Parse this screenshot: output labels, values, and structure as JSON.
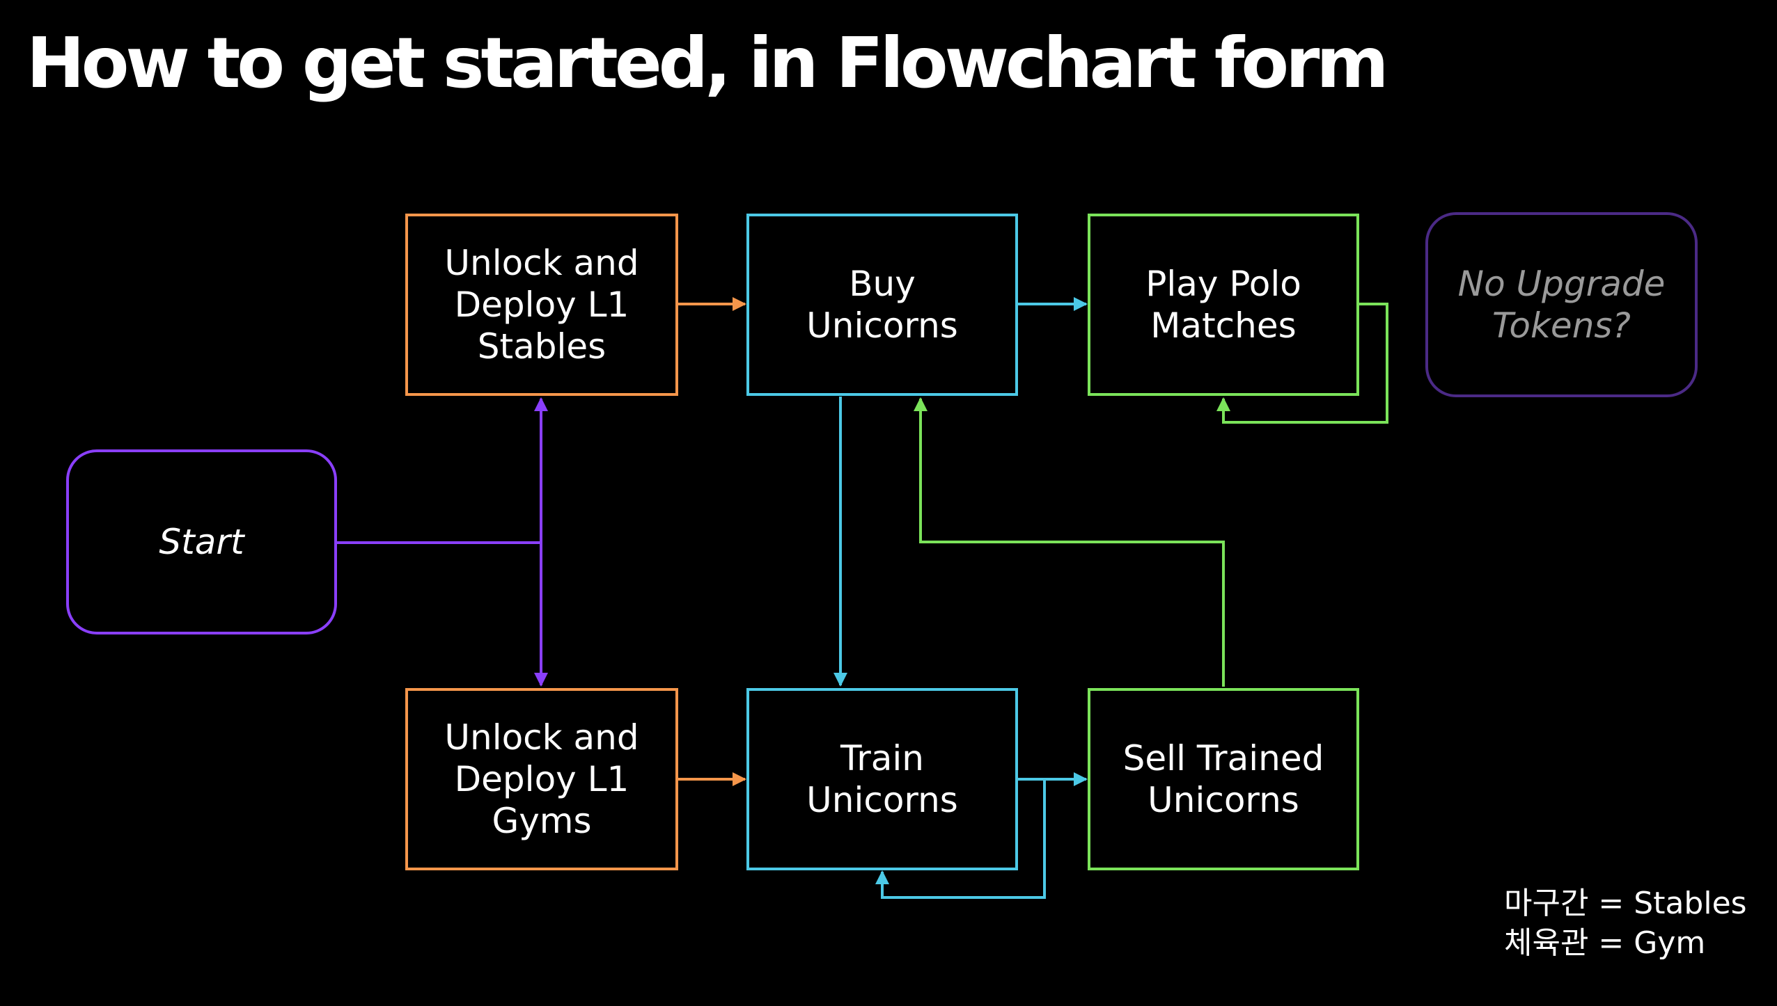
{
  "slide": {
    "title": "How to get started, in Flowchart form"
  },
  "colors": {
    "background": "#000000",
    "text": "#ffffff",
    "muted_text": "#9a9a9a",
    "purple": "#8a3ffc",
    "orange": "#f5964b",
    "cyan": "#4cc9e6",
    "green": "#7be35a"
  },
  "nodes": {
    "start": "Start",
    "stables": "Unlock and\nDeploy L1\nStables",
    "gyms": "Unlock and\nDeploy L1\nGyms",
    "buy": "Buy\nUnicorns",
    "train": "Train\nUnicorns",
    "polo": "Play Polo\nMatches",
    "sell": "Sell Trained\nUnicorns",
    "no_tokens": "No Upgrade\nTokens?"
  },
  "edges": [
    {
      "from": "start",
      "to": "stables"
    },
    {
      "from": "start",
      "to": "gyms"
    },
    {
      "from": "stables",
      "to": "buy"
    },
    {
      "from": "gyms",
      "to": "train"
    },
    {
      "from": "buy",
      "to": "polo"
    },
    {
      "from": "polo",
      "to": "polo"
    },
    {
      "from": "buy",
      "to": "train"
    },
    {
      "from": "train",
      "to": "sell"
    },
    {
      "from": "train",
      "to": "train"
    },
    {
      "from": "sell",
      "to": "buy"
    }
  ],
  "legend": {
    "line1": "마구간 = Stables",
    "line2": "체육관 = Gym"
  }
}
